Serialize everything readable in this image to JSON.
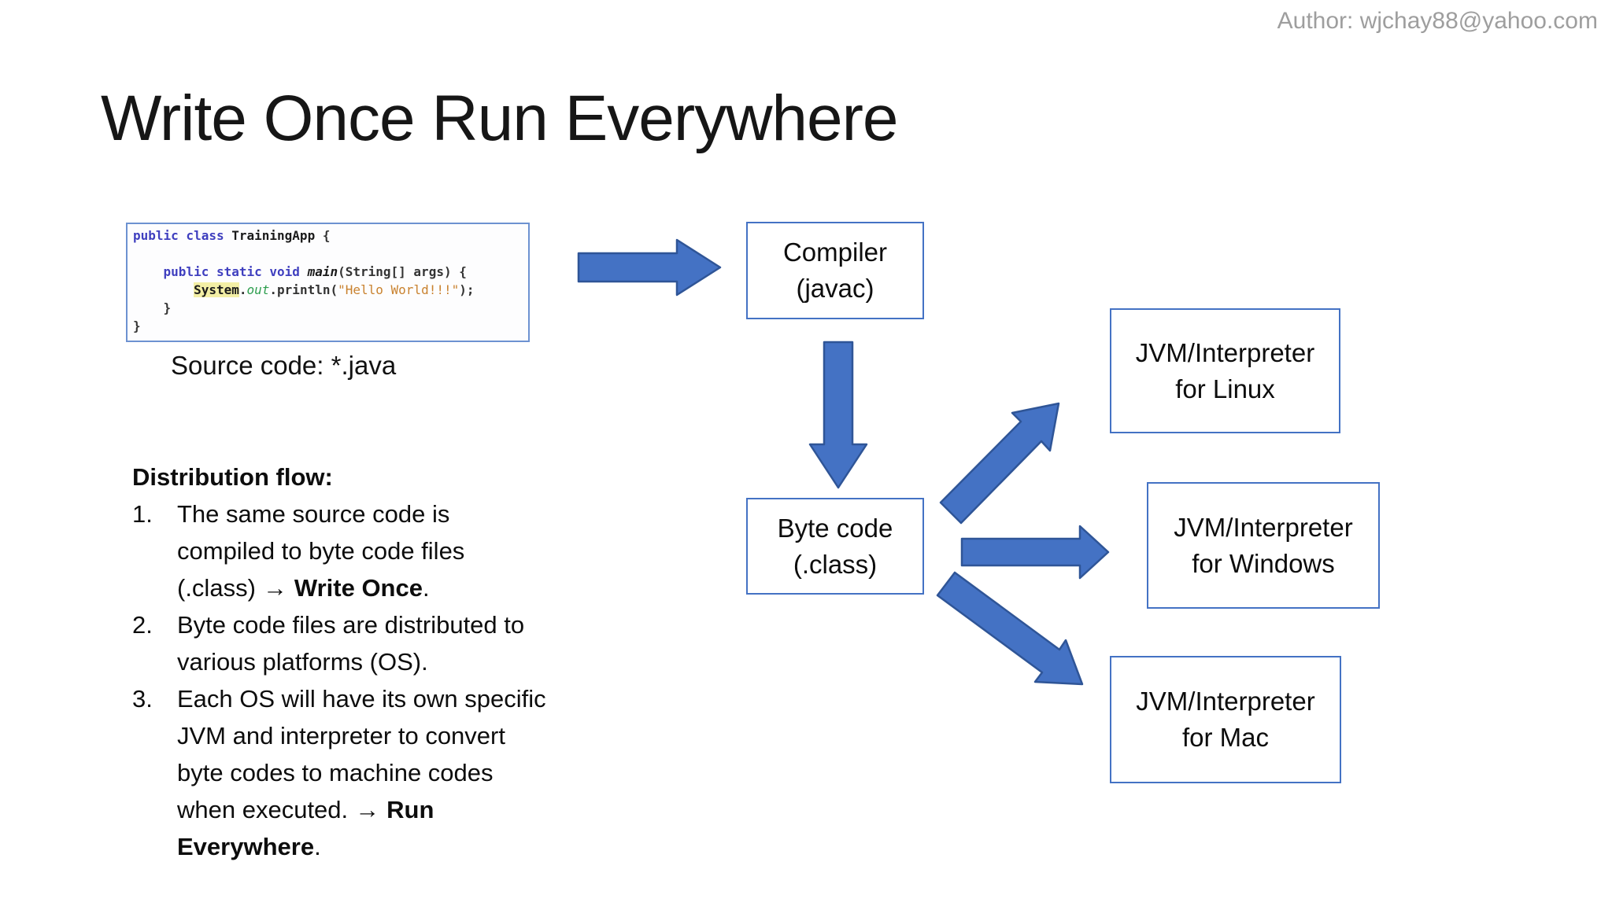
{
  "header": {
    "author": "Author: wjchay88@yahoo.com",
    "title": "Write Once Run Everywhere"
  },
  "code": {
    "caption": "Source code: *.java",
    "l1": {
      "kw": "public class ",
      "cls": "TrainingApp",
      "rest": " {"
    },
    "l2": "",
    "l3": {
      "indent": "    ",
      "kw": "public static void ",
      "method": "main",
      "rest": "(String[] args) {"
    },
    "l4": {
      "indent": "        ",
      "sys": "System",
      "dot": ".",
      "out": "out",
      "mid": ".println(",
      "str": "\"Hello World!!!\"",
      "end": ");"
    },
    "l5": "    }",
    "l6": "}"
  },
  "distribution": {
    "heading": "Distribution flow:",
    "items": [
      {
        "num": "1.",
        "l1": "The same source code is",
        "l2": "compiled to byte code files",
        "l3_pre": "(.class)",
        "l3_arrow": "→",
        "l3_bold": "Write Once",
        "l3_post": "."
      },
      {
        "num": "2.",
        "l1": "Byte code files are distributed to",
        "l2": "various platforms (OS)."
      },
      {
        "num": "3.",
        "l1": "Each OS will have its own specific",
        "l2": "JVM and interpreter to convert",
        "l3": "byte codes to machine codes",
        "l4_pre": "when executed.",
        "l4_arrow": "→",
        "l4_bold": "Run",
        "l5_bold": "Everywhere",
        "l5_post": "."
      }
    ]
  },
  "diagram": {
    "compiler": {
      "line1": "Compiler",
      "line2": "(javac)"
    },
    "bytecode": {
      "line1": "Byte code",
      "line2": "(.class)"
    },
    "jvm_linux": {
      "line1": "JVM/Interpreter",
      "line2": "for Linux"
    },
    "jvm_windows": {
      "line1": "JVM/Interpreter",
      "line2": "for Windows"
    },
    "jvm_mac": {
      "line1": "JVM/Interpreter",
      "line2": "for Mac"
    }
  },
  "colors": {
    "arrow_fill": "#4472C4",
    "arrow_outline": "#2F5597",
    "box_border": "#4472C4",
    "code_box_border": "#6D92D1",
    "author_text": "#9E9E9E",
    "code_keyword": "#3F3FBF",
    "code_string": "#C9822F",
    "code_method_out": "#2E9E4F",
    "code_highlight": "#F3EFA5"
  }
}
